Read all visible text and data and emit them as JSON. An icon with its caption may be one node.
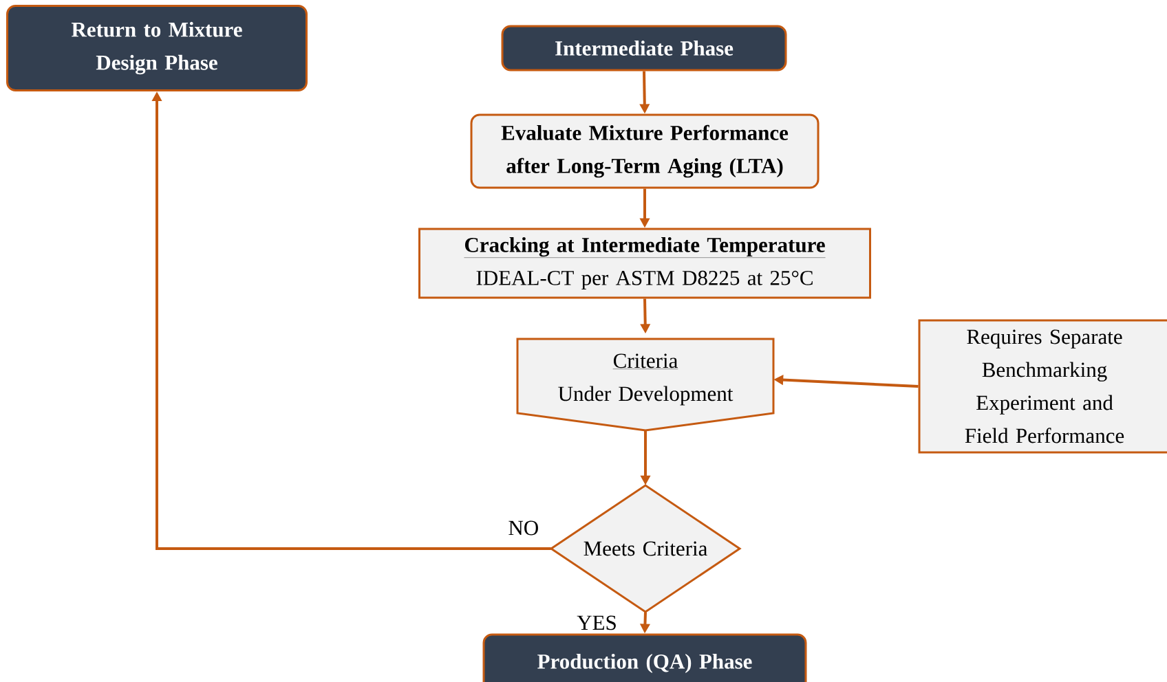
{
  "diagram": {
    "nodes": [
      {
        "text": [
          "Return to Mixture Design Phase"
        ]
      },
      {
        "text": [
          "Intermediate Phase"
        ]
      },
      {
        "text": [
          "Evaluate Mixture Performance after Long-Term Aging (LTA)"
        ]
      },
      {
        "text": [
          "Cracking at Intermediate Temperature",
          "IDEAL-CT per ASTM D8225 at 25°C"
        ]
      },
      {
        "text": [
          "Criteria",
          "Under Development"
        ]
      },
      {
        "text": [
          "Requires Separate Benchmarking Experiment and Field Performance"
        ]
      },
      {
        "text": [
          "Meets Criteria"
        ]
      },
      {
        "text": [
          "Production (QA) Phase"
        ]
      }
    ],
    "edges": [
      {
        "from": 1,
        "to": 2,
        "arrow": "to"
      },
      {
        "from": 2,
        "to": 3,
        "arrow": "to"
      },
      {
        "from": 3,
        "to": 4,
        "arrow": "to"
      },
      {
        "from": 4,
        "to": 6,
        "arrow": "to"
      },
      {
        "from": 5,
        "to": 4,
        "arrow": "to"
      },
      {
        "from": 6,
        "to": 0,
        "arrow": "to",
        "label": "NO"
      },
      {
        "from": 6,
        "to": 7,
        "arrow": "to",
        "label": "YES"
      }
    ]
  }
}
